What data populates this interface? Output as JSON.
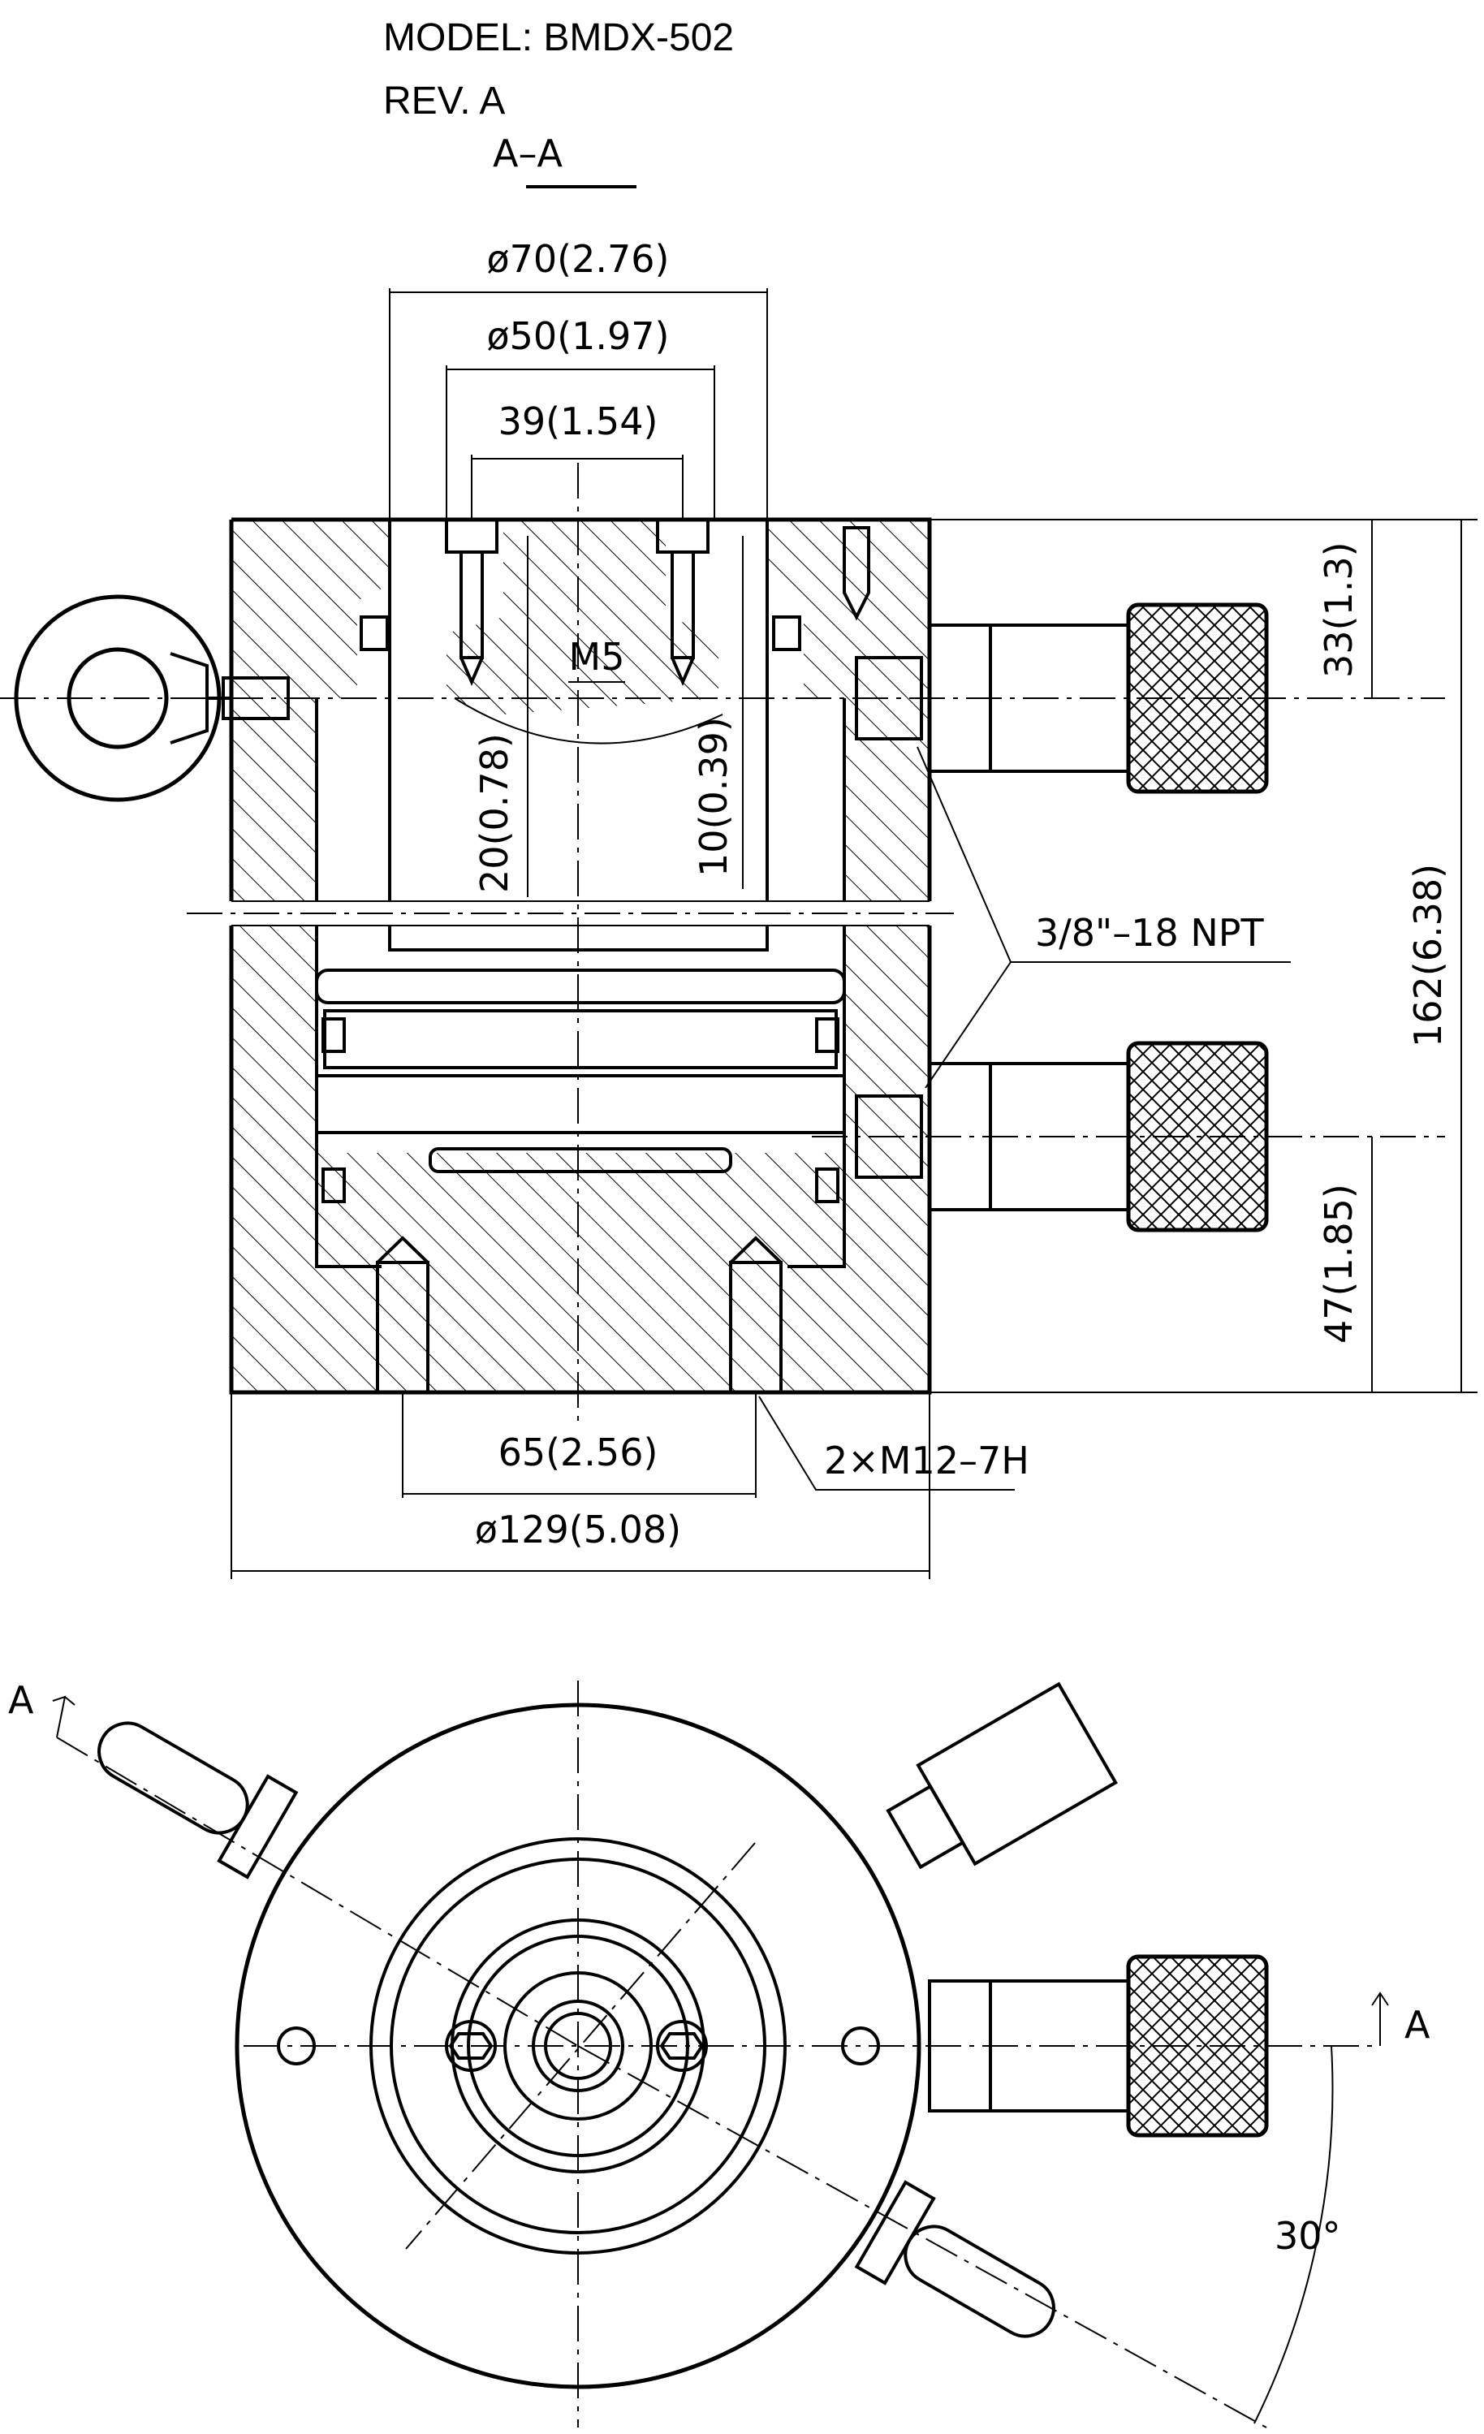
{
  "header": {
    "model_line": "MODEL: BMDX-502",
    "rev_line": "REV. A"
  },
  "section": {
    "title": "A–A",
    "dimensions": {
      "dia_outer_top": "ø70(2.76)",
      "dia_piston": "ø50(1.97)",
      "hole_spacing_top": "39(1.54)",
      "thread_top": "M5",
      "depth_20": "20(0.78)",
      "depth_10": "10(0.39)",
      "height_33": "33(1.3)",
      "height_total": "162(6.38)",
      "height_47": "47(1.85)",
      "port_thread": "3/8\"–18 NPT",
      "hole_spacing_base": "65(2.56)",
      "thread_base": "2×M12–7H",
      "dia_body": "ø129(5.08)"
    }
  },
  "plan_view": {
    "cut_mark_left": "A",
    "cut_mark_right": "A",
    "angle": "30°"
  }
}
